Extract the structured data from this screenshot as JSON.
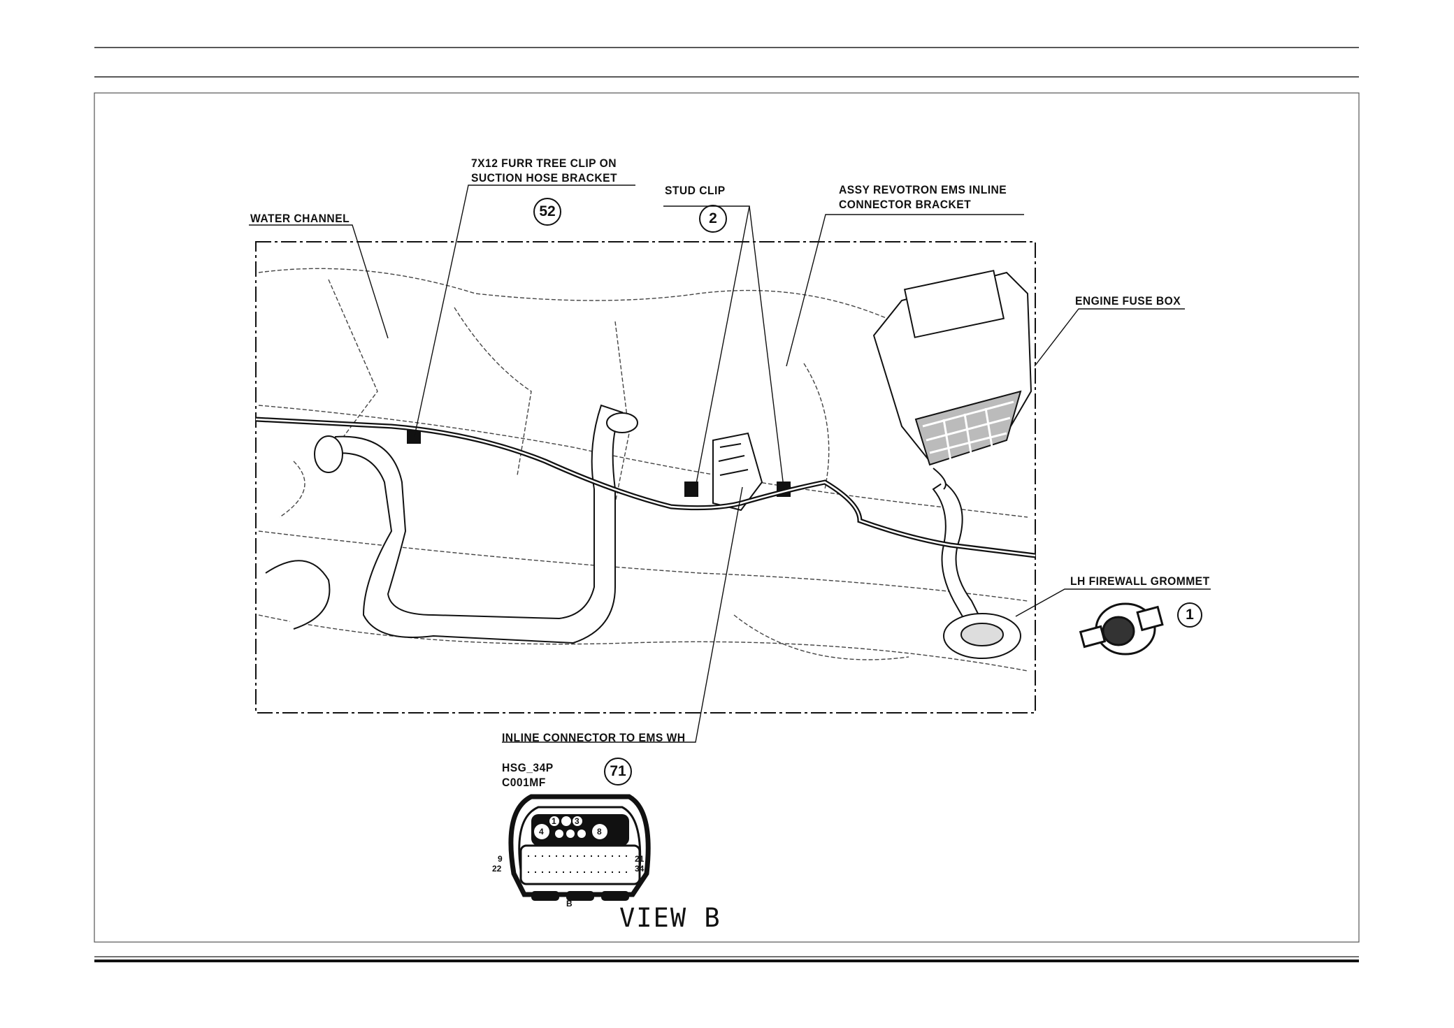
{
  "labels": {
    "water_channel": "WATER CHANNEL",
    "furr_clip_line1": "7X12 FURR TREE CLIP ON",
    "furr_clip_line2": "SUCTION HOSE BRACKET",
    "stud_clip": "STUD CLIP",
    "bracket_line1": "ASSY REVOTRON EMS INLINE",
    "bracket_line2": "CONNECTOR  BRACKET",
    "engine_fuse_box": "ENGINE FUSE BOX",
    "lh_firewall_grommet": "LH FIREWALL GROMMET",
    "inline_connector": "INLINE CONNECTOR TO EMS WH",
    "housing_line1": "HSG_34P",
    "housing_line2": "C001MF"
  },
  "callouts": {
    "furr_clip": "52",
    "stud_clip": "2",
    "grommet": "1",
    "connector": "71"
  },
  "connector_pins": {
    "p1": "1",
    "p3": "3",
    "p4": "4",
    "p8": "8",
    "p9": "9",
    "p22": "22",
    "p21": "21",
    "p34": "34",
    "key": "B"
  },
  "view_title": "VIEW B"
}
